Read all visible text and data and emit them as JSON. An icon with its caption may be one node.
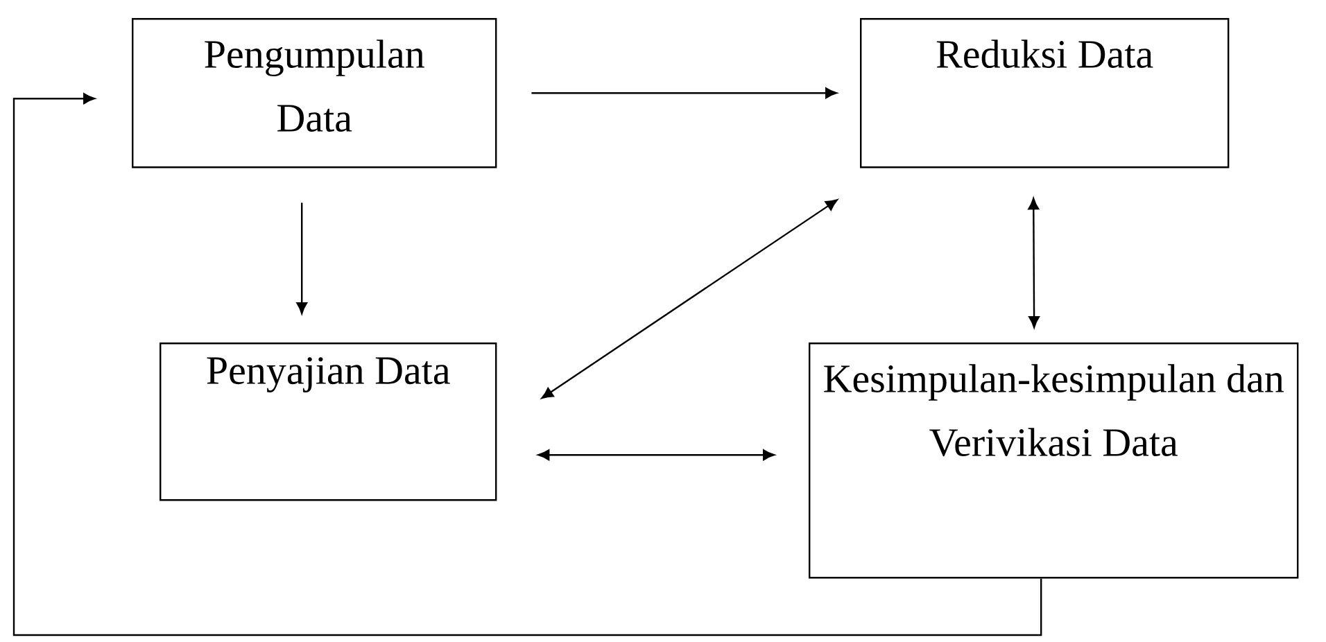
{
  "diagram": {
    "nodes": [
      {
        "text": [
          "Pengumpulan Data"
        ]
      },
      {
        "text": [
          "Reduksi Data"
        ]
      },
      {
        "text": [
          "Penyajian Data"
        ]
      },
      {
        "text": [
          "Kesimpulan-kesimpulan dan Verivikasi Data"
        ]
      }
    ],
    "edges": [
      {
        "from": 0,
        "to": 1,
        "arrow": "to"
      },
      {
        "from": 0,
        "to": 2,
        "arrow": "to"
      },
      {
        "from": 1,
        "to": 2,
        "arrow": "both"
      },
      {
        "from": 1,
        "to": 3,
        "arrow": "both"
      },
      {
        "from": 2,
        "to": 3,
        "arrow": "both"
      },
      {
        "from": 3,
        "to": 0,
        "arrow": "to"
      }
    ]
  }
}
